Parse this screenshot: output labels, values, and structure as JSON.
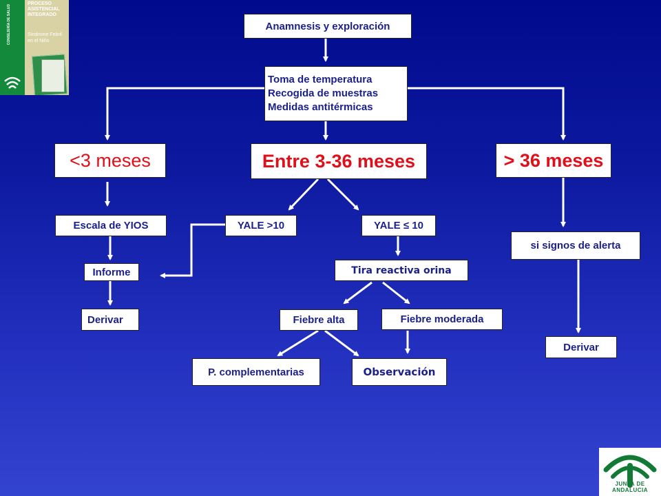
{
  "diagram": {
    "nodes": {
      "anamnesis": "Anamnesis y exploración",
      "toma": [
        "Toma de temperatura",
        "Recogida de muestras",
        "Medidas antitérmicas"
      ],
      "menos3": "<3 meses",
      "entre": "Entre 3-36 meses",
      "mas36": "> 36 meses",
      "escala": "Escala de YIOS",
      "informe": "Informe",
      "derivar_left": "Derivar",
      "yale_high": "YALE >10",
      "yale_low": "YALE ≤ 10",
      "tira": "Tira reactiva orina",
      "fiebre_alta": "Fiebre alta",
      "fiebre_moderada": "Fiebre moderada",
      "complementarias": "P. complementarias",
      "observacion": "Observación",
      "signos": "si signos de alerta",
      "derivar_right": "Derivar"
    },
    "colors": {
      "box_text": "#1a1f8a",
      "age_text": "#e0101a",
      "arrows": "#ffffff",
      "background": "#0d1aa0"
    }
  },
  "logos": {
    "top_left": {
      "strip_text": "CONSEJERÍA DE SALUD",
      "title": "PROCESO\nASISTENCIAL\nINTEGRADO",
      "subtitle": "Síndrome Febril\nen el Niño"
    },
    "bottom_right": {
      "label": "JUNTA DE ANDALUCIA"
    }
  }
}
